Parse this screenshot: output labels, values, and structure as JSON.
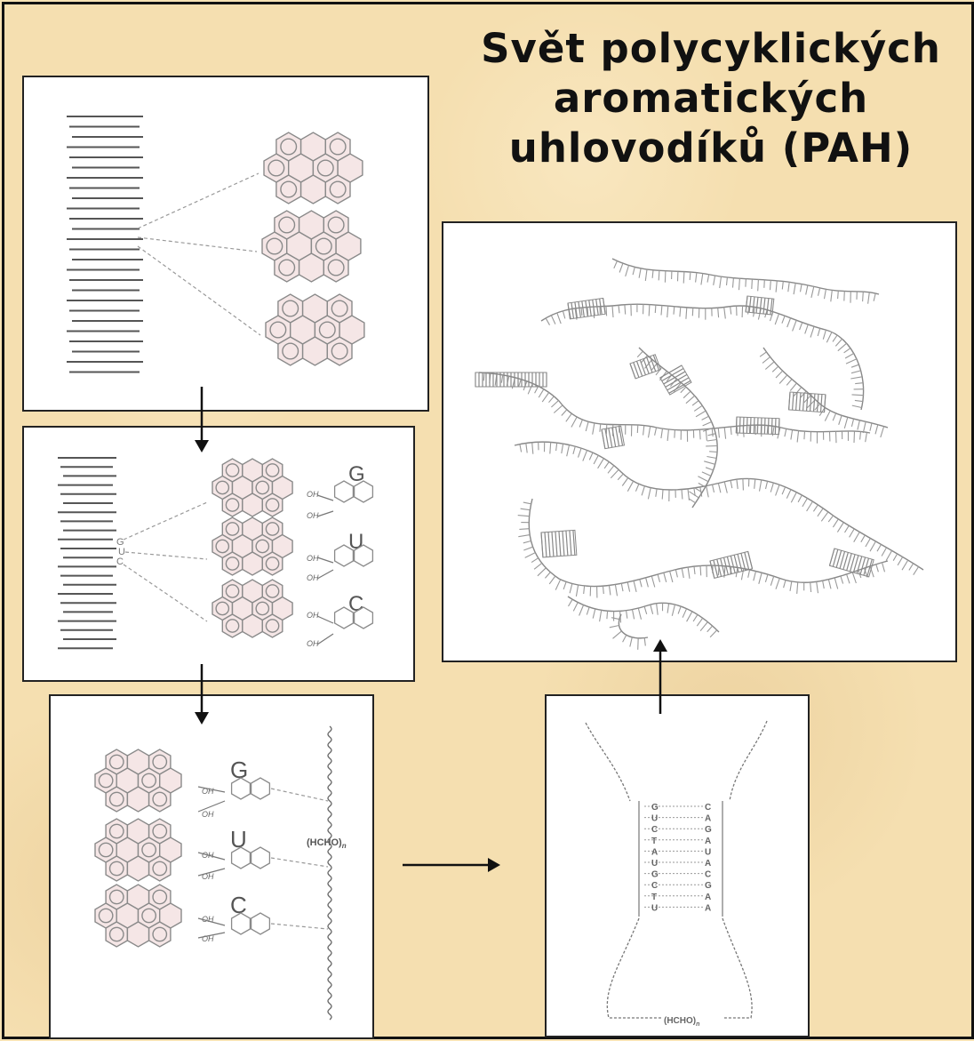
{
  "title_lines": [
    "Svět polycyklických",
    "aromatických",
    "uhlovodíků (PAH)"
  ],
  "panel2": {
    "labels": [
      "G",
      "U",
      "C"
    ],
    "stack_letters": [
      "G",
      "U",
      "C"
    ],
    "oh": "OH"
  },
  "panel3": {
    "labels": [
      "G",
      "U",
      "C"
    ],
    "oh": "OH",
    "polymer": "(HCHO)",
    "sub": "n"
  },
  "panel4": {
    "left_bases": [
      "G",
      "U",
      "C",
      "T",
      "A",
      "U",
      "G",
      "C",
      "T",
      "U"
    ],
    "right_bases": [
      "C",
      "A",
      "G",
      "A",
      "U",
      "A",
      "C",
      "G",
      "A",
      "A"
    ],
    "polymer": "(HCHO)",
    "sub": "n"
  },
  "colors": {
    "ring_fill": "#f5e6e6",
    "ring_stroke": "#8a8a8a",
    "line": "#555555"
  }
}
